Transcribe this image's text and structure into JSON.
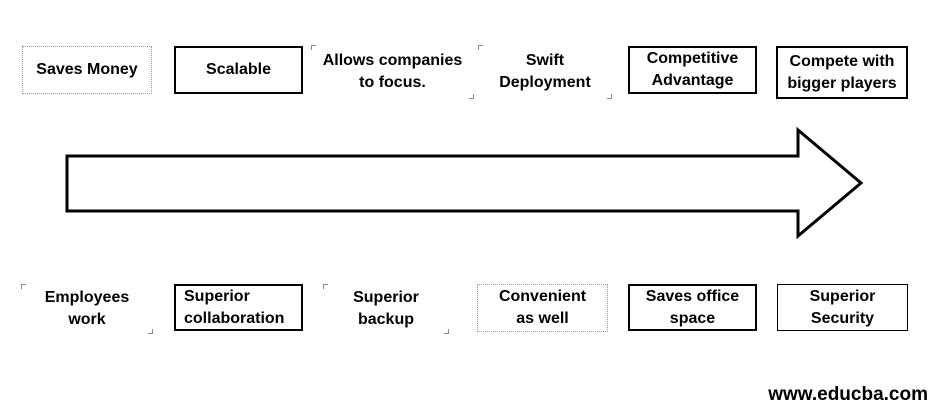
{
  "top_boxes": [
    {
      "text": "Saves Money"
    },
    {
      "text": "Scalable"
    },
    {
      "text": "Allows companies\nto focus."
    },
    {
      "text": "Swift\nDeployment"
    },
    {
      "text": "Competitive\nAdvantage"
    },
    {
      "text": "Compete with\nbigger players"
    }
  ],
  "bottom_boxes": [
    {
      "text": "Employees\nwork"
    },
    {
      "text": "Superior\ncollaboration"
    },
    {
      "text": "Superior\nbackup"
    },
    {
      "text": "Convenient\nas well"
    },
    {
      "text": "Saves office\nspace"
    },
    {
      "text": "Superior\nSecurity"
    }
  ],
  "watermark": "www.educba.com"
}
